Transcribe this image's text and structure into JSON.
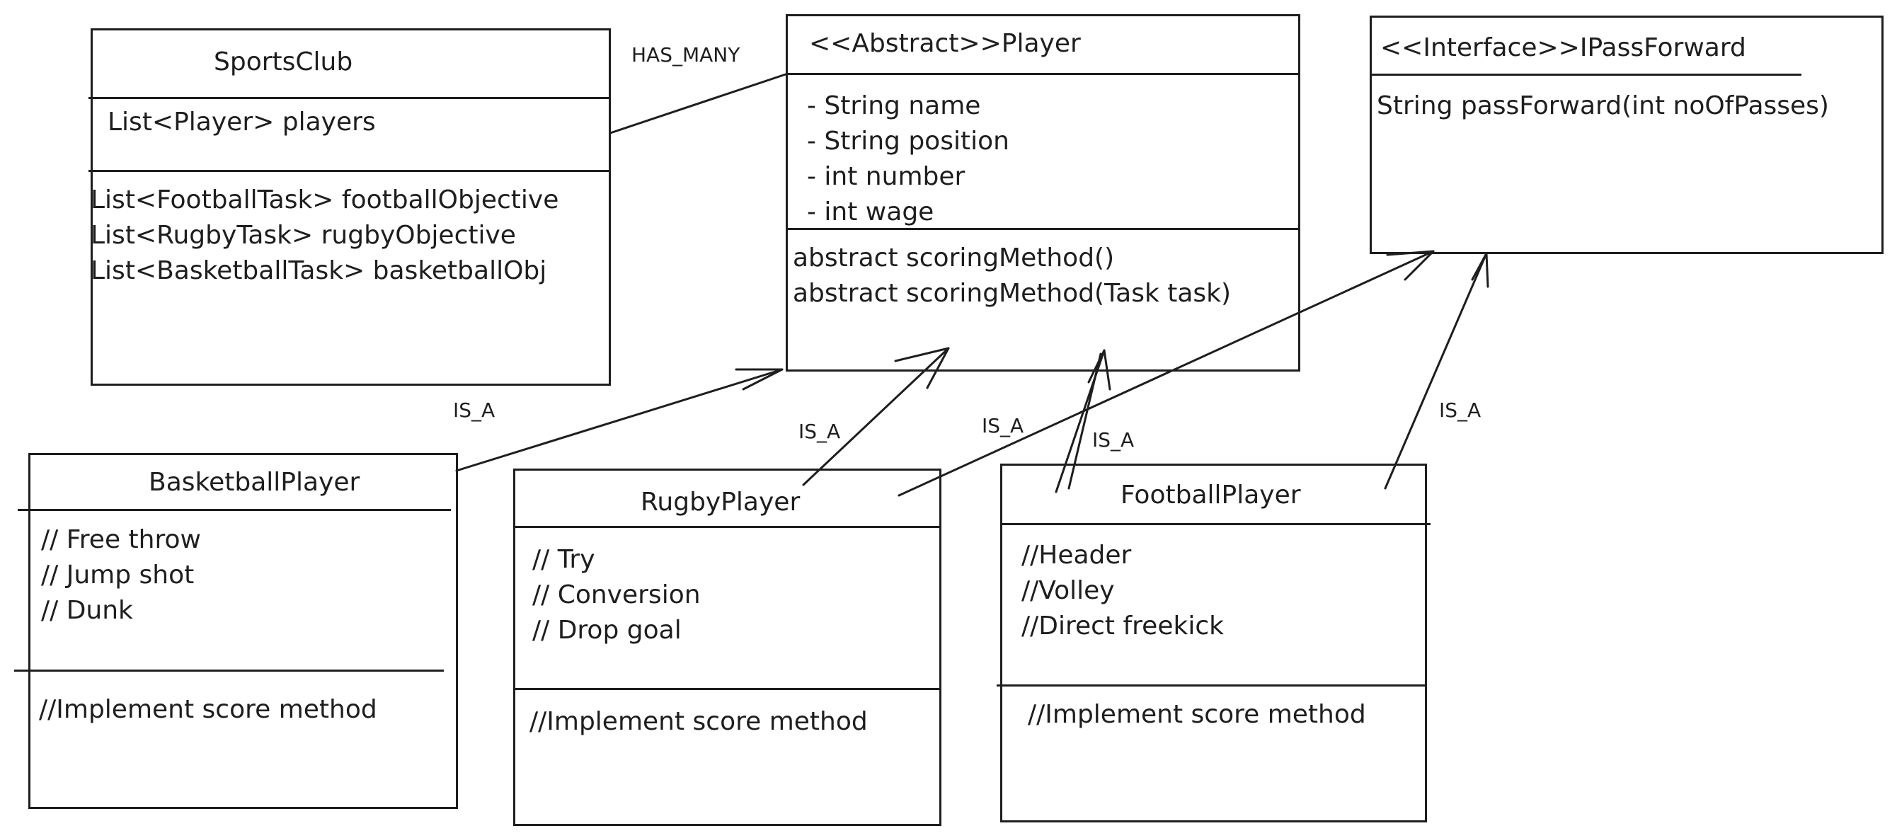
{
  "classes": {
    "sports_club": {
      "name": "SportsClub",
      "attributes": [
        "List<Player> players"
      ],
      "methods": [
        "List<FootballTask> footballObjective",
        "List<RugbyTask> rugbyObjective",
        "List<BasketballTask> basketballObj"
      ]
    },
    "player": {
      "name": "<<Abstract>>Player",
      "attributes": [
        "- String name",
        "- String position",
        "- int number",
        "- int wage"
      ],
      "methods": [
        "abstract scoringMethod()",
        "abstract scoringMethod(Task task)"
      ]
    },
    "ipassforward": {
      "name": "<<Interface>>IPassForward",
      "methods": [
        "String passForward(int noOfPasses)"
      ]
    },
    "basketball_player": {
      "name": "BasketballPlayer",
      "attributes": [
        "// Free throw",
        "// Jump shot",
        "// Dunk"
      ],
      "methods": [
        "//Implement score method"
      ]
    },
    "rugby_player": {
      "name": "RugbyPlayer",
      "attributes": [
        "// Try",
        "// Conversion",
        "// Drop goal"
      ],
      "methods": [
        "//Implement score method"
      ]
    },
    "football_player": {
      "name": "FootballPlayer",
      "attributes": [
        "//Header",
        "//Volley",
        "//Direct freekick"
      ],
      "methods": [
        "//Implement score method"
      ]
    }
  },
  "relations": {
    "has_many": "HAS_MANY",
    "is_a_basketball": "IS_A",
    "is_a_rugby": "IS_A",
    "is_a_rugby_interface": "IS_A",
    "is_a_football": "IS_A",
    "is_a_football_interface": "IS_A"
  },
  "colors": {
    "stroke": "#1e1e1e",
    "background": "#ffffff"
  }
}
